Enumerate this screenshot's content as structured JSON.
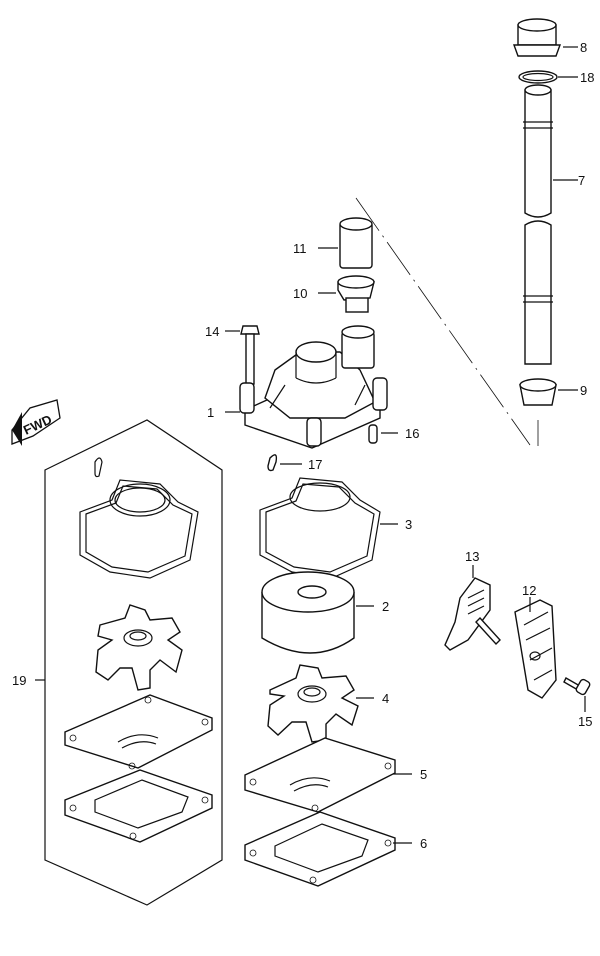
{
  "fwd_label": "FWD",
  "callouts": {
    "p1": "1",
    "p2": "2",
    "p3": "3",
    "p4": "4",
    "p5": "5",
    "p6": "6",
    "p7": "7",
    "p8": "8",
    "p9": "9",
    "p10": "10",
    "p11": "11",
    "p12": "12",
    "p13": "13",
    "p14": "14",
    "p15": "15",
    "p16": "16",
    "p17": "17",
    "p18": "18",
    "p19": "19"
  }
}
